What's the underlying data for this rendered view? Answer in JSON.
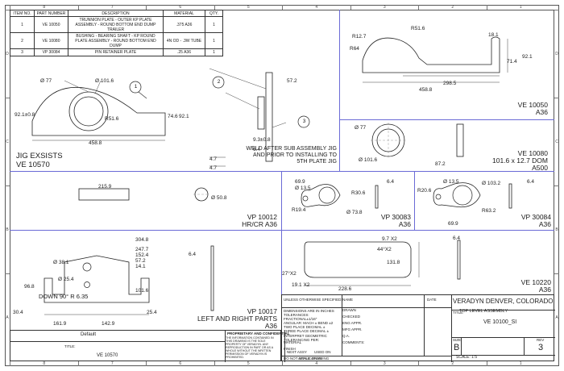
{
  "bom": {
    "headers": [
      "ITEM NO.",
      "PART NUMBER",
      "DESCRIPTION",
      "MATERIAL",
      "QTY."
    ],
    "rows": [
      [
        "1",
        "VE 10050",
        "TRUNNION PLATE - OUTER KP PLATE ASSEMBLY - ROUND BOTTOM END DUMP TRAILER",
        ".375 A36",
        "1"
      ],
      [
        "2",
        "VE 10080",
        "BUSHING - BEARING SHAFT - KP ROUND PLATE ASSEMBLY - ROUND BOTTOM END DUMP",
        "4N OD - .3W TUBE",
        "1"
      ],
      [
        "3",
        "VP 30084",
        "PIN RETAINER PLATE",
        ".25 A36",
        "1"
      ]
    ]
  },
  "zones": {
    "columns": [
      "8",
      "7",
      "6",
      "5",
      "4",
      "3",
      "2",
      "1"
    ],
    "rows": [
      "D",
      "C",
      "B",
      "A"
    ]
  },
  "views": {
    "jig": {
      "line1": "JIG EXSISTS",
      "line2": "VE 10570",
      "dims": [
        "Ø 77",
        "Ø 101.6",
        "92.1±0.8",
        "R51.6",
        "74.6",
        "92.1",
        "458.8"
      ]
    },
    "weld": {
      "line1": "WELD AFTER SUB ASSEMBLY JIG",
      "line2": "AND PRIOR TO INSTALLING TO",
      "line3": "5TH PLATE JIG",
      "dims": [
        "57.2",
        "9.3±0.8",
        "6.4",
        "4.7",
        "4.7"
      ]
    },
    "balloons": [
      "1",
      "2",
      "3"
    ],
    "ve10050": {
      "part": "VE 10050",
      "material": "A36",
      "dims": [
        "R12.7",
        "R51.6",
        "R64",
        "18.1",
        "71.4",
        "92.1",
        "298.5",
        "458.8"
      ]
    },
    "ve10080": {
      "part": "VE 10080",
      "size": "101.6 x 12.7 DOM",
      "material": "A500",
      "dims": [
        "Ø 77",
        "Ø 101.6",
        "87.2"
      ]
    },
    "vp10012": {
      "part": "VP 10012",
      "material": "HR/CR A36",
      "dims": [
        "215.9",
        "Ø 50.8"
      ]
    },
    "vp30083": {
      "part": "VP 30083",
      "material": "A36",
      "dims": [
        "69.9",
        "Ø 13.5",
        "R30.6",
        "R19.4",
        "Ø 73.8",
        "6.4"
      ]
    },
    "vp30084": {
      "part": "VP 30084",
      "material": "A36",
      "dims": [
        "Ø 13.5",
        "Ø 103.2",
        "R20.6",
        "R63.2",
        "69.9",
        "6.4"
      ]
    },
    "vp10017": {
      "part": "VP 10017",
      "desc": "LEFT AND RIGHT PARTS",
      "material": "A36",
      "note": "DOWN  90°  R 6.35",
      "dims": [
        "304.8",
        "247.7",
        "152.4",
        "57.2",
        "14.1",
        "Ø 38.1",
        "Ø 25.4",
        "96.8",
        "101.6",
        "30.4",
        "25.4",
        "161.9",
        "142.9",
        "6.4"
      ]
    },
    "ve10220": {
      "part": "VE 10220",
      "material": "A36",
      "dims": [
        "9.7 X2",
        "44°X2",
        "27°X2",
        "131.8",
        "19.1 X2",
        "228.6",
        "6.4"
      ]
    }
  },
  "titleblock": {
    "company": "VERADYN DENVER, COLORADO",
    "title_label": "TITLE:",
    "title": "TOP LEVEL ASSEMBLY",
    "drawing_no": "VE 10100_SI",
    "size_label": "SIZE",
    "size": "B",
    "rev_label": "REV",
    "rev": "3",
    "scale": "SCALE: 1:5",
    "unless": "UNLESS OTHERWISE SPECIFIED:",
    "name_label": "NAME",
    "date_label": "DATE",
    "rows": [
      "DRAWN",
      "CHECKED",
      "ENG APPR.",
      "MFG APPR.",
      "Q.A.",
      "COMMENTS:"
    ],
    "tolerances": [
      "DIMENSIONS ARE IN INCHES",
      "TOLERANCES:",
      "FRACTIONAL±1/16\"",
      "ANGULAR: MACH ±  BEND ±2",
      "TWO PLACE DECIMAL    ±",
      "THREE PLACE DECIMAL  ±"
    ],
    "interpret": "INTERPRET GEOMETRIC TOLERANCING PER:",
    "material_label": "MATERIAL",
    "finish_label": "FINISH",
    "next_assy": "NEXT ASSY",
    "used_on": "USED ON",
    "application": "APPLICATION",
    "do_not_scale": "DO NOT SCALE DRAWING",
    "proprietary_title": "PROPRIETARY AND CONFIDENTIAL",
    "proprietary_text": "THE INFORMATION CONTAINED IN THIS DRAWING IS THE SOLE PROPERTY OF VERADYN. ANY REPRODUCTION IN PART OR AS A WHOLE WITHOUT THE WRITTEN PERMISSION OF VERADYN IS PROHIBITED."
  },
  "left_block": {
    "config": "Default",
    "title_label": "TITLE:",
    "title": "VE 10570"
  }
}
